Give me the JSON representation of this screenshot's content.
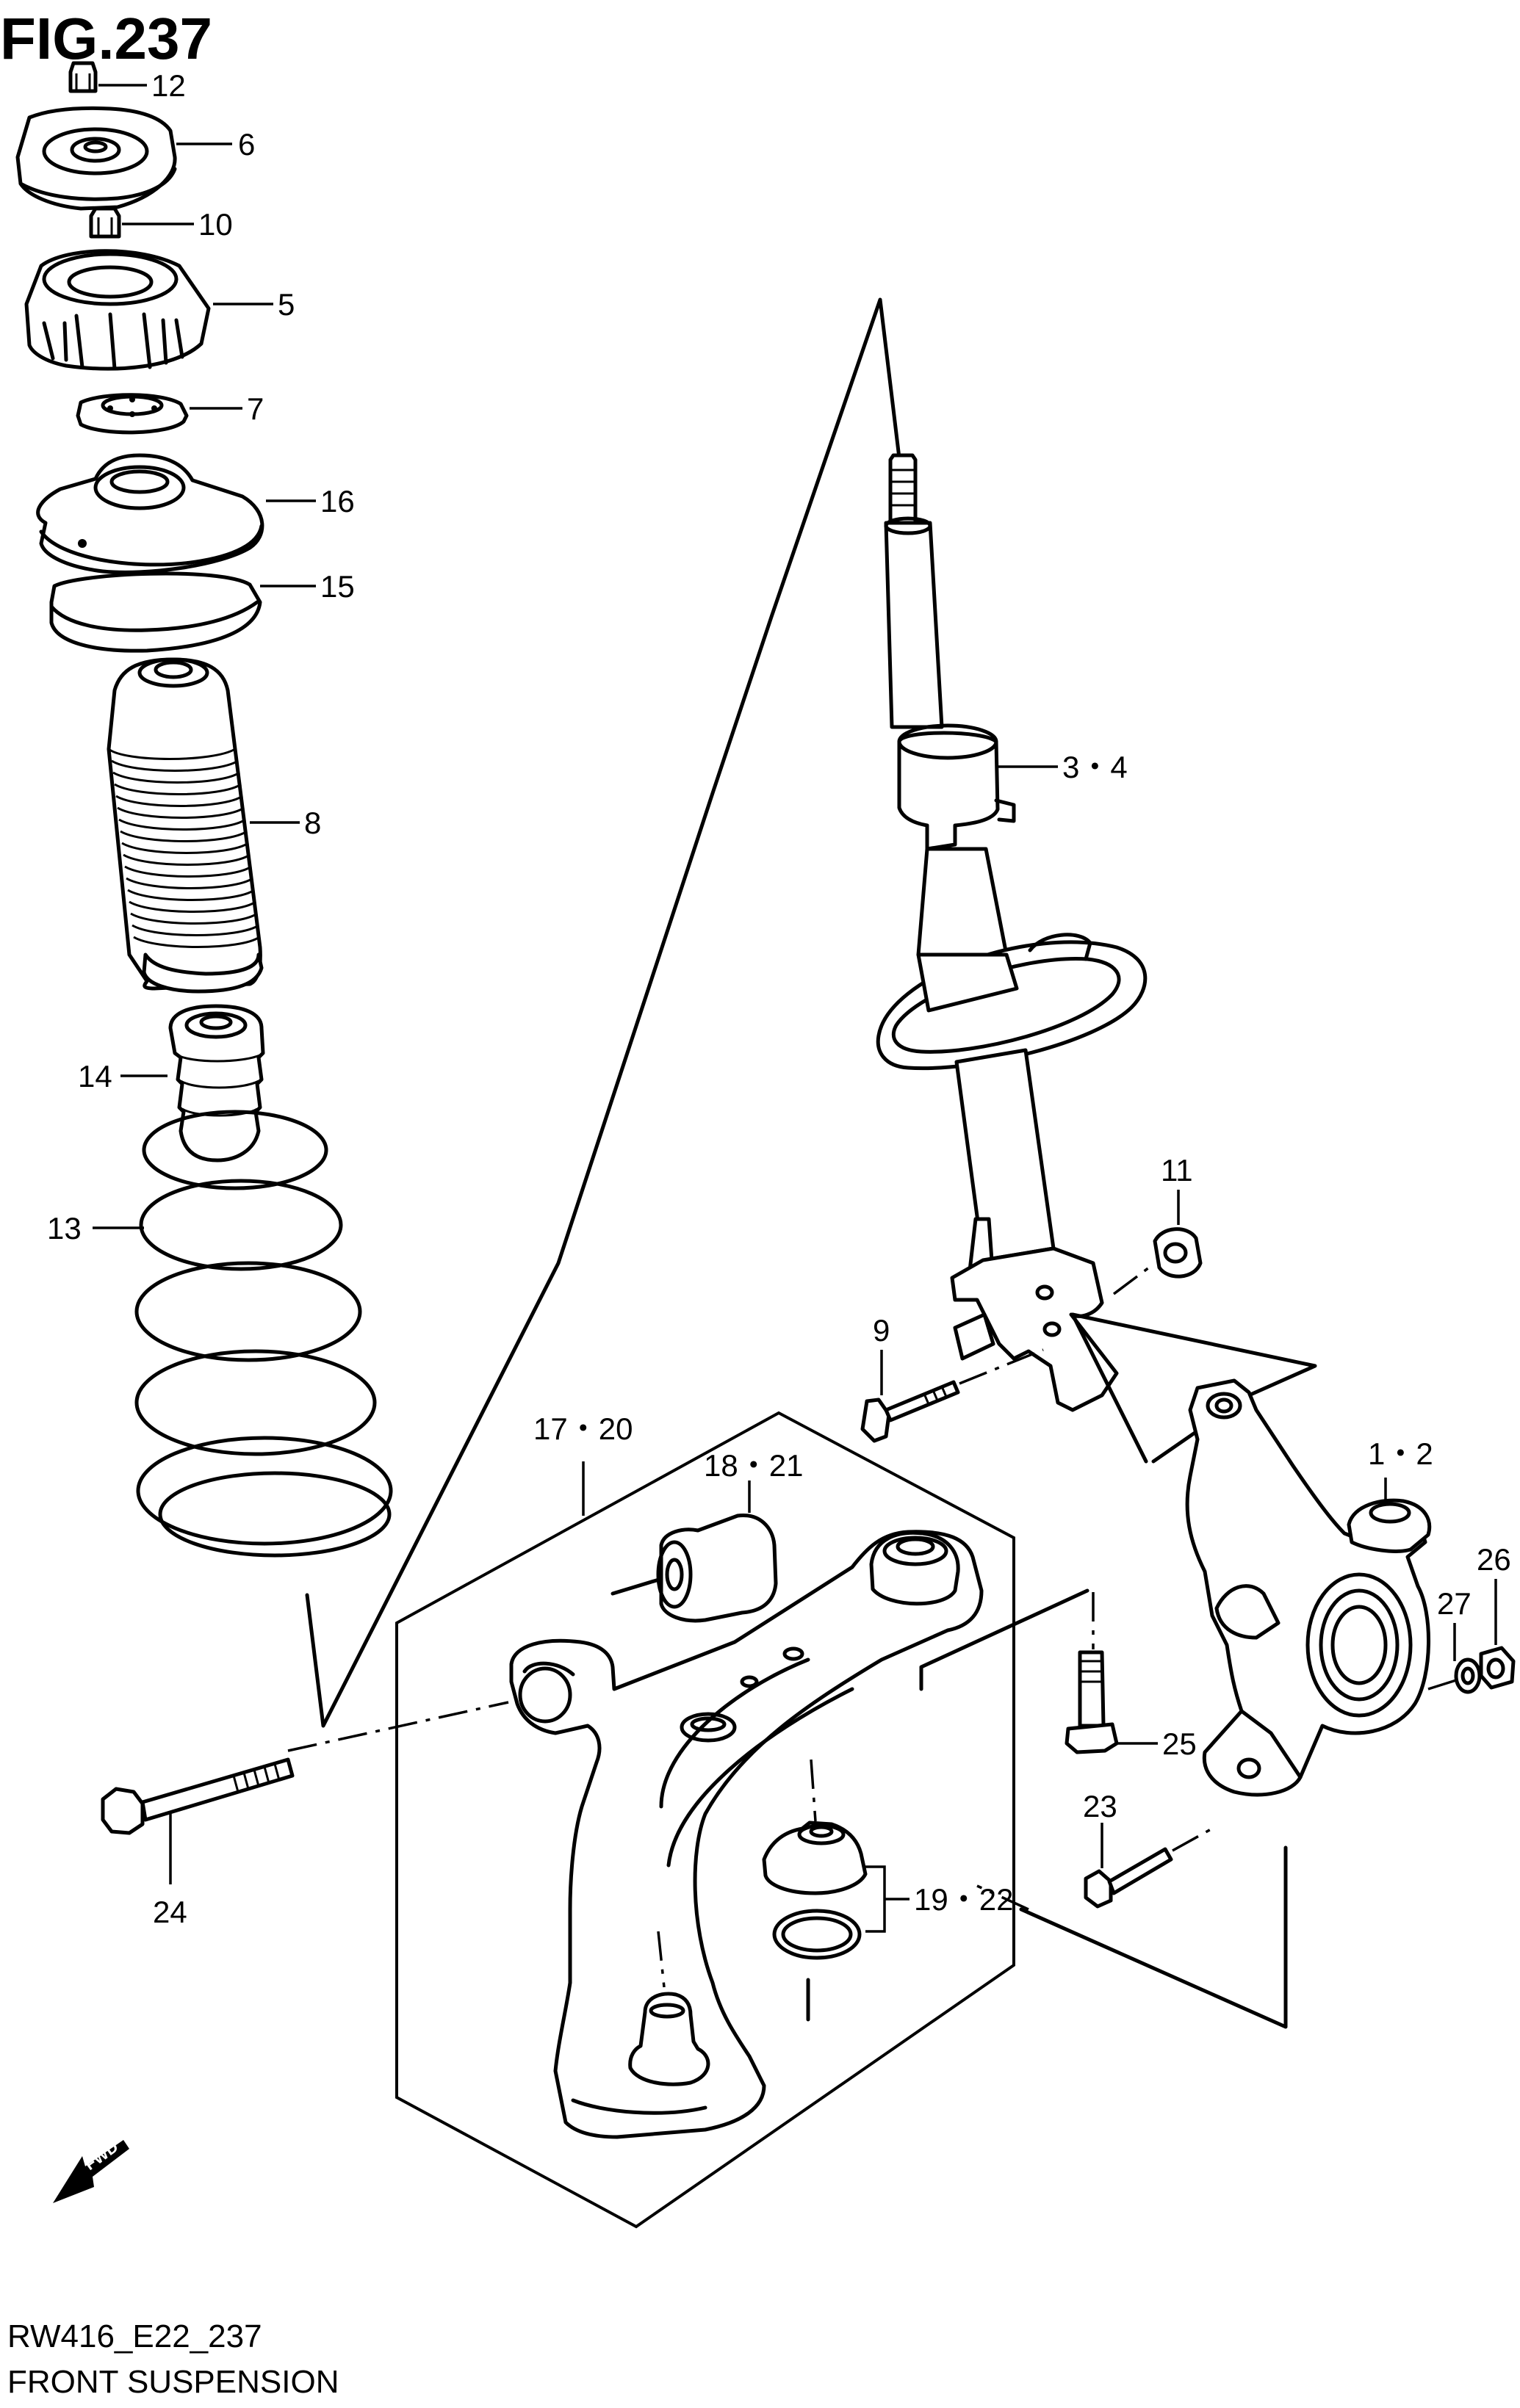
{
  "figure": {
    "number": "FIG.237",
    "code": "RW416_E22_237",
    "title": "FRONT SUSPENSION",
    "direction_badge": "FWD"
  },
  "callouts": {
    "c12": "12",
    "c6": "6",
    "c10": "10",
    "c5": "5",
    "c7": "7",
    "c16": "16",
    "c15": "15",
    "c8": "8",
    "c14": "14",
    "c13": "13",
    "c34": "3・4",
    "c11": "11",
    "c9": "9",
    "c1720": "17・20",
    "c1821": "18・21",
    "c12b": "1・2",
    "c26": "26",
    "c27": "27",
    "c25": "25",
    "c23": "23",
    "c1922": "19・22",
    "c24": "24"
  },
  "parts": [
    {
      "ref": "1・2",
      "icon": "steering-knuckle-icon"
    },
    {
      "ref": "3・4",
      "icon": "strut-assembly-icon"
    },
    {
      "ref": "5",
      "icon": "strut-mount-icon"
    },
    {
      "ref": "6",
      "icon": "mount-plate-icon"
    },
    {
      "ref": "7",
      "icon": "bearing-icon"
    },
    {
      "ref": "8",
      "icon": "dust-boot-icon"
    },
    {
      "ref": "9",
      "icon": "bolt-icon"
    },
    {
      "ref": "10",
      "icon": "nut-icon"
    },
    {
      "ref": "11",
      "icon": "nut-icon"
    },
    {
      "ref": "12",
      "icon": "nut-icon"
    },
    {
      "ref": "13",
      "icon": "coil-spring-icon"
    },
    {
      "ref": "14",
      "icon": "bump-stopper-icon"
    },
    {
      "ref": "15",
      "icon": "spring-seat-icon"
    },
    {
      "ref": "16",
      "icon": "upper-seat-icon"
    },
    {
      "ref": "17・20",
      "icon": "lower-arm-icon"
    },
    {
      "ref": "18・21",
      "icon": "bushing-icon"
    },
    {
      "ref": "19・22",
      "icon": "ball-joint-boot-icon"
    },
    {
      "ref": "23",
      "icon": "bolt-icon"
    },
    {
      "ref": "24",
      "icon": "bolt-icon"
    },
    {
      "ref": "25",
      "icon": "bolt-icon"
    },
    {
      "ref": "26",
      "icon": "nut-icon"
    },
    {
      "ref": "27",
      "icon": "washer-icon"
    }
  ]
}
